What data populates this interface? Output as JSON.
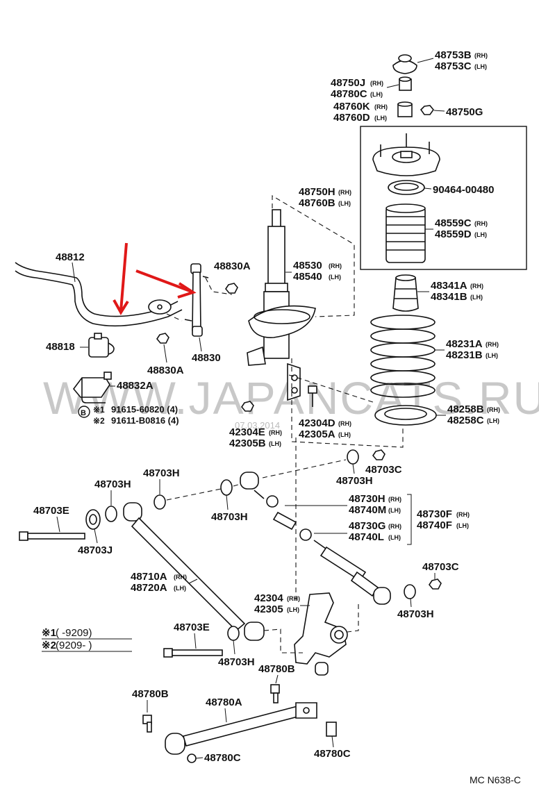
{
  "watermark": "WWW.JAPANCATS.RU",
  "watermark_date": "07.03.2014",
  "diagram_code": "MC N638-C",
  "notes": {
    "n1_mark": "※1",
    "n1_text": "(       -9209)",
    "n2_mark": "※2",
    "n2_text": "(9209-       )"
  },
  "labels": {
    "p48753": "48753B",
    "p48753b": "48753C",
    "p48750j": "48750J",
    "p48780c": "48780C",
    "p48760k": "48760K",
    "p48760d": "48760D",
    "p48750g": "48750G",
    "p48750h": "48750H",
    "p48760b": "48760B",
    "p90464": "90464-00480",
    "p48559c": "48559C",
    "p48559d": "48559D",
    "p48812": "48812",
    "p48830a_top": "48830A",
    "p48530": "48530",
    "p48540": "48540",
    "p48341a": "48341A",
    "p48341b": "48341B",
    "p48231a": "48231A",
    "p48231b": "48231B",
    "p48818": "48818",
    "p48830a_bot": "48830A",
    "p48830": "48830",
    "p48832a": "48832A",
    "p91615": "91615-60820 (4)",
    "p91611": "91611-B0816 (4)",
    "bolt_mark": "B",
    "mark1": "※1",
    "mark2": "※2",
    "p42304e": "42304E",
    "p42305b": "42305B",
    "p42304d": "42304D",
    "p42305a": "42305A",
    "p48258b": "48258B",
    "p48258c": "48258C",
    "p48703c_a": "48703C",
    "p48703h_a": "48703H",
    "p48703h_b": "48703H",
    "p48703h_c": "48703H",
    "p48703h_d": "48703H",
    "p48703e_a": "48703E",
    "p48703j": "48703J",
    "p48730h": "48730H",
    "p48740m": "48740M",
    "p48730g": "48730G",
    "p48740l": "48740L",
    "p48730f": "48730F",
    "p48740f": "48740F",
    "p48710a": "48710A",
    "p48720a": "48720A",
    "p48703c_b": "48703C",
    "p42304": "42304",
    "p42305": "42305",
    "p48703h_e": "48703H",
    "p48703e_b": "48703E",
    "p48703h_f": "48703H",
    "p48780b_a": "48780B",
    "p48780b_b": "48780B",
    "p48780a": "48780A",
    "p48780c_a": "48780C",
    "p48780c_b": "48780C"
  },
  "side": {
    "rh": "(RH)",
    "lh": "(LH)"
  }
}
